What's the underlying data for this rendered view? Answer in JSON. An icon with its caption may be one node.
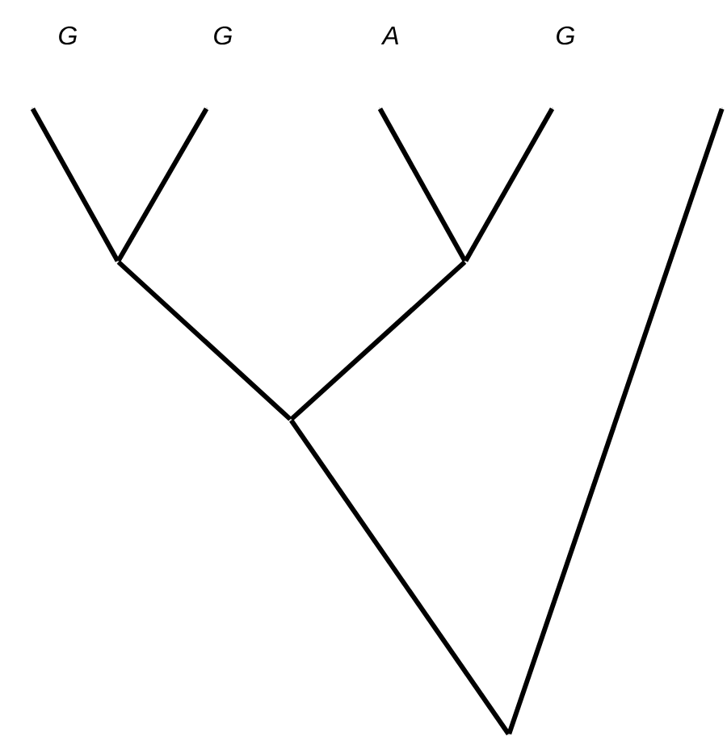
{
  "diagram": {
    "nodes": [
      {
        "text": [],
        "shape": "point",
        "beside": [
          "G"
        ]
      },
      {
        "text": [],
        "shape": "point",
        "beside": [
          "G"
        ]
      },
      {
        "text": [],
        "shape": "point",
        "beside": [
          "A"
        ]
      },
      {
        "text": [],
        "shape": "point",
        "beside": [
          "G"
        ]
      },
      {
        "text": [],
        "shape": "point"
      },
      {
        "text": [],
        "shape": "point"
      },
      {
        "text": [],
        "shape": "point"
      },
      {
        "text": [],
        "shape": "point"
      },
      {
        "text": [],
        "shape": "point"
      }
    ],
    "edges": [
      {
        "from": 5,
        "to": 0,
        "arrow": "none"
      },
      {
        "from": 5,
        "to": 1,
        "arrow": "none"
      },
      {
        "from": 6,
        "to": 2,
        "arrow": "none"
      },
      {
        "from": 6,
        "to": 3,
        "arrow": "none"
      },
      {
        "from": 7,
        "to": 5,
        "arrow": "none"
      },
      {
        "from": 7,
        "to": 6,
        "arrow": "none"
      },
      {
        "from": 8,
        "to": 7,
        "arrow": "none"
      },
      {
        "from": 8,
        "to": 4,
        "arrow": "none"
      }
    ]
  }
}
